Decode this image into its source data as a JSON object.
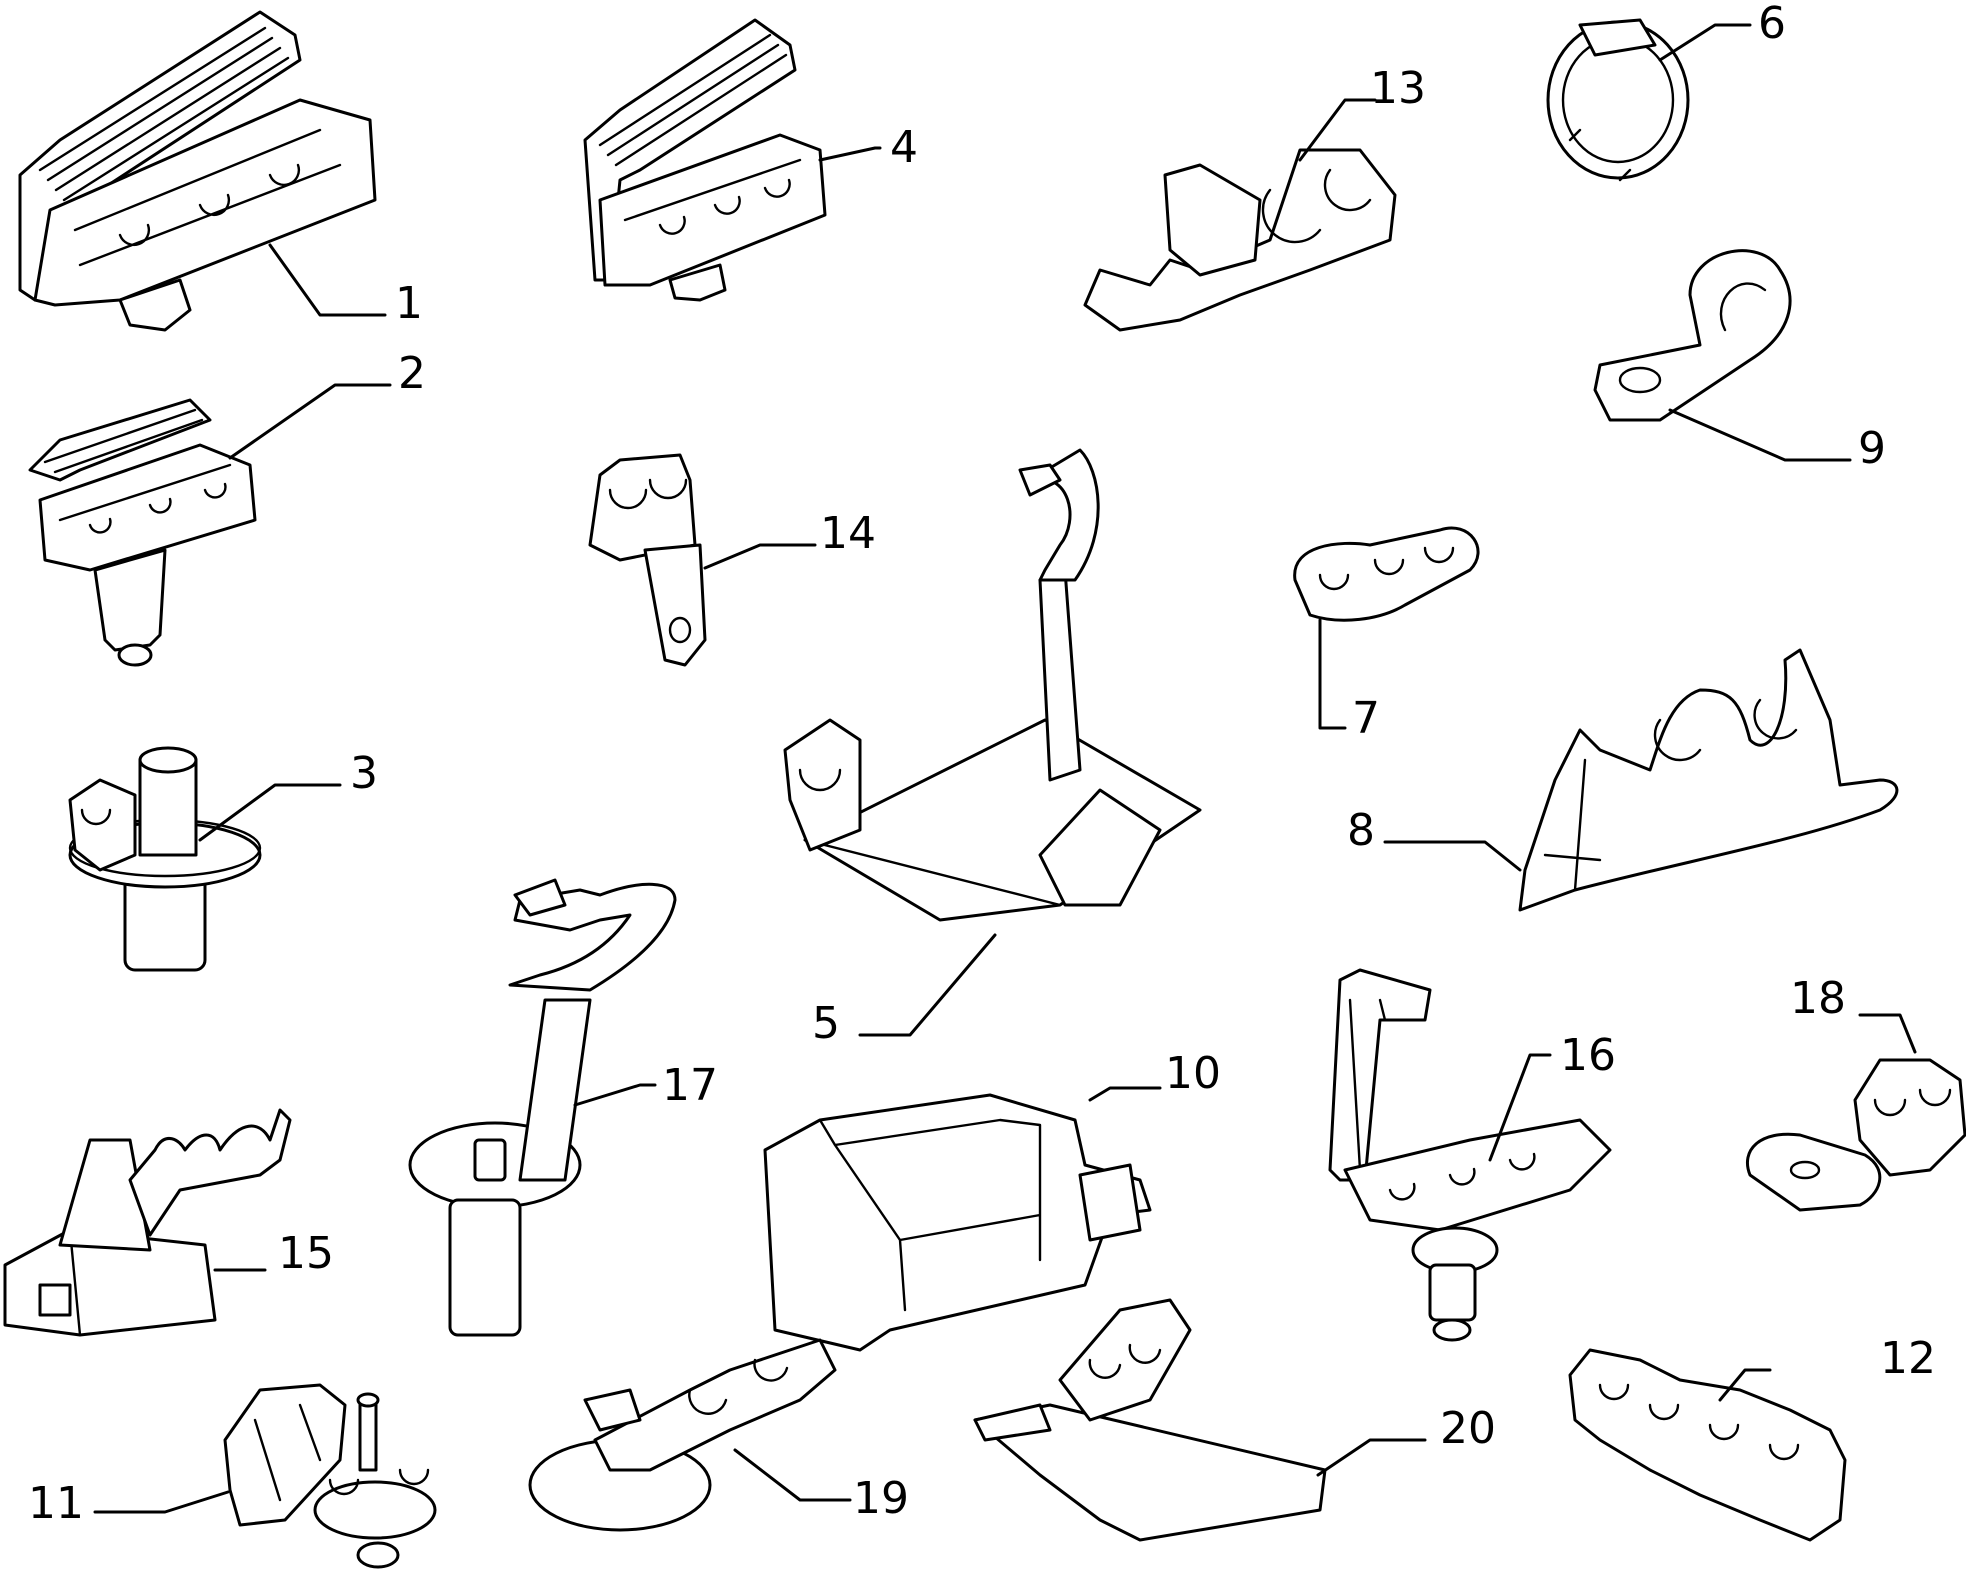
{
  "diagram": {
    "background_color": "#ffffff",
    "line_color": "#000000",
    "callouts": [
      {
        "id": "1",
        "label": "1"
      },
      {
        "id": "2",
        "label": "2"
      },
      {
        "id": "3",
        "label": "3"
      },
      {
        "id": "4",
        "label": "4"
      },
      {
        "id": "5",
        "label": "5"
      },
      {
        "id": "6",
        "label": "6"
      },
      {
        "id": "7",
        "label": "7"
      },
      {
        "id": "8",
        "label": "8"
      },
      {
        "id": "9",
        "label": "9"
      },
      {
        "id": "10",
        "label": "10"
      },
      {
        "id": "11",
        "label": "11"
      },
      {
        "id": "12",
        "label": "12"
      },
      {
        "id": "13",
        "label": "13"
      },
      {
        "id": "14",
        "label": "14"
      },
      {
        "id": "15",
        "label": "15"
      },
      {
        "id": "16",
        "label": "16"
      },
      {
        "id": "17",
        "label": "17"
      },
      {
        "id": "18",
        "label": "18"
      },
      {
        "id": "19",
        "label": "19"
      },
      {
        "id": "20",
        "label": "20"
      }
    ]
  }
}
